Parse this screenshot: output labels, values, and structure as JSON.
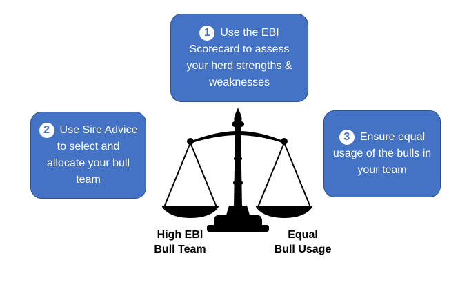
{
  "steps": [
    {
      "number": "1",
      "text": "Use the EBI Scorecard to assess your herd strengths & weaknesses"
    },
    {
      "number": "2",
      "text": "Use Sire Advice to select and allocate your bull team"
    },
    {
      "number": "3",
      "text": "Ensure equal usage of the bulls in your team"
    }
  ],
  "scale": {
    "left_label_line1": "High EBI",
    "left_label_line2": "Bull Team",
    "right_label_line1": "Equal",
    "right_label_line2": "Bull Usage",
    "icon": "balance-scale-icon"
  },
  "colors": {
    "box_fill": "#4472c4",
    "box_border": "#2f528f",
    "scale": "#000000"
  }
}
